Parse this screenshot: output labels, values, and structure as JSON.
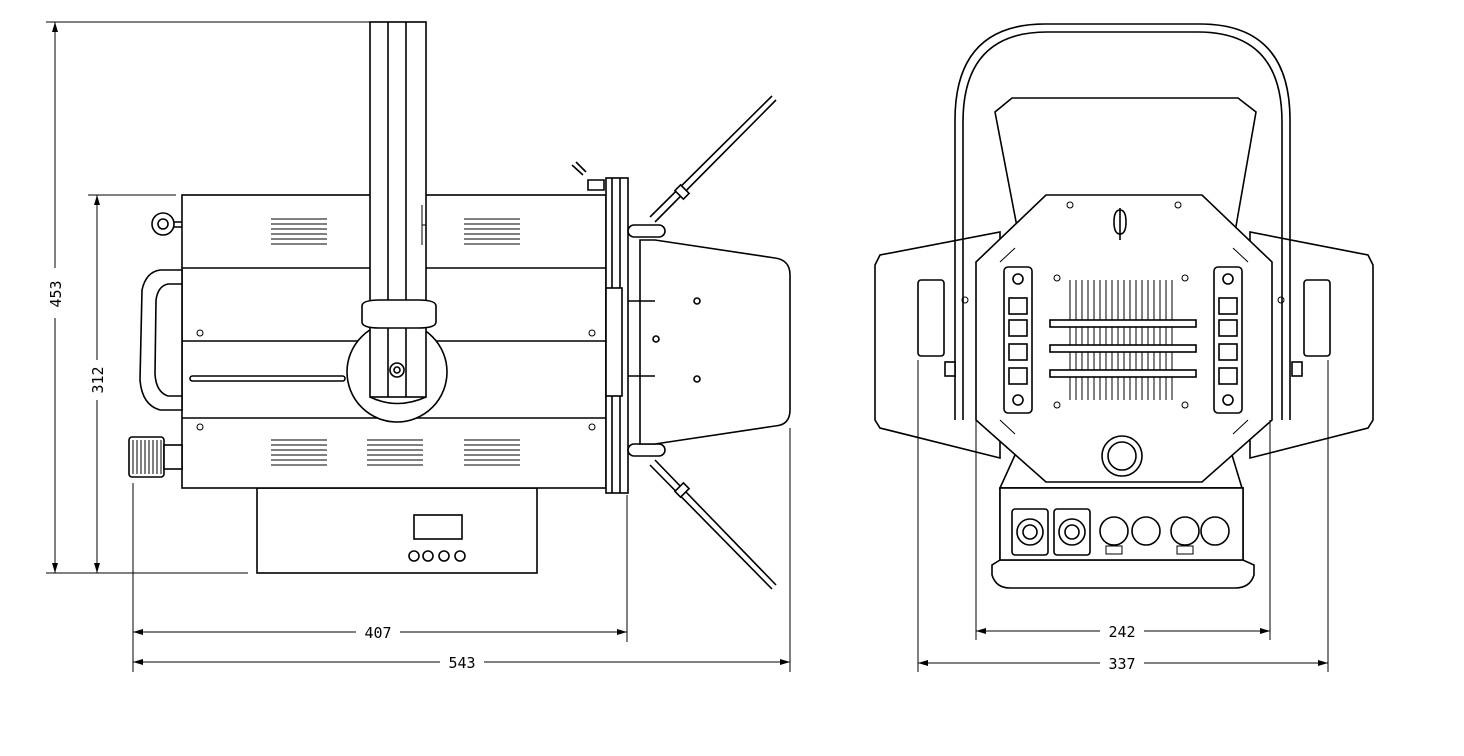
{
  "dimensions": {
    "side_height_total": "453",
    "side_height_body": "312",
    "side_width_body": "407",
    "side_width_total": "543",
    "front_width_body": "242",
    "front_width_total": "337"
  },
  "icons": {
    "side_view": "fresnel-spotlight-side-view-icon",
    "front_view": "fresnel-spotlight-rear-view-icon"
  }
}
